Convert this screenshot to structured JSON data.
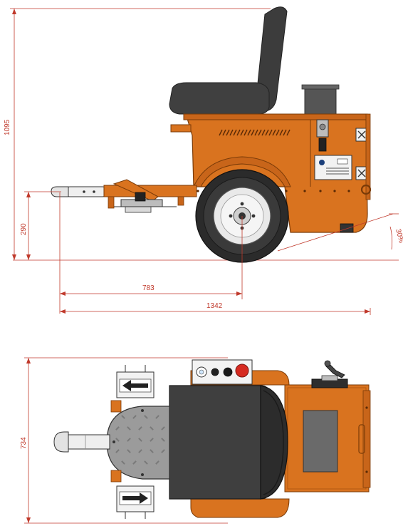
{
  "dimensions": {
    "total_height": "1095",
    "hitch_height": "290",
    "hitch_to_axle": "783",
    "total_length": "1342",
    "slope_angle": "30%",
    "total_width": "734"
  },
  "colors": {
    "body_orange": "#d9731f",
    "body_orange_dark": "#b85a12",
    "seat_dark": "#3a3a3a",
    "tire": "#2b2b2b",
    "rim": "#e9e9e9",
    "dimension_line": "#c0392b",
    "emergency_stop": "#d62a20"
  },
  "icons": {
    "side_view": "orange-trolley-side-view",
    "top_view": "orange-trolley-top-view",
    "arrow_left": "direction-arrow-left-icon",
    "arrow_right": "direction-arrow-right-icon",
    "stop_button": "emergency-stop-icon"
  }
}
